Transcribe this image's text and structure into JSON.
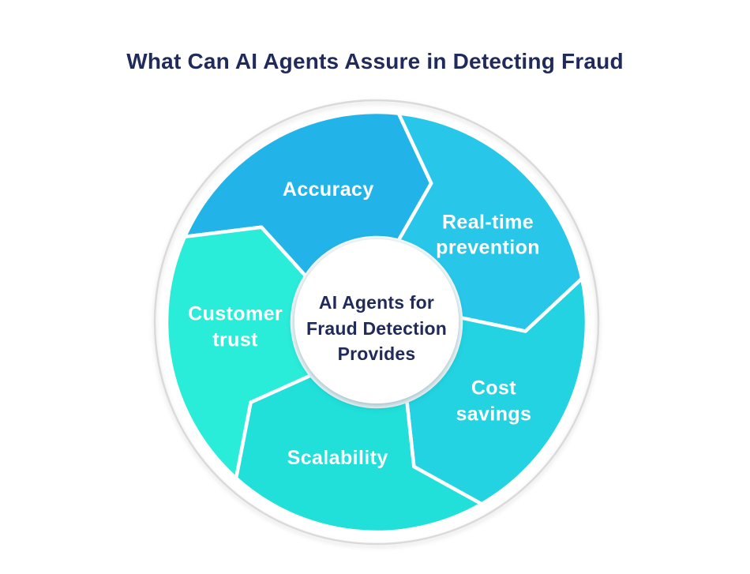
{
  "title": "What Can AI Agents Assure in Detecting Fraud",
  "palette": {
    "background": "#FFFFFF",
    "heading_text": "#212B5B",
    "center_text": "#212B5B",
    "segment_label_text": "#FFFFFF",
    "divider_stroke": "#FFFFFF",
    "outer_ring": "#DADADB"
  },
  "wheel": {
    "center_label": "AI Agents for\nFraud Detection\nProvides",
    "flow": "clockwise",
    "segments": [
      {
        "id": "accuracy",
        "label": "Accuracy",
        "color": "#22B4E8",
        "start_angle": 294
      },
      {
        "id": "real-time-prevention",
        "label": "Real-time\nprevention",
        "color": "#28C7E9",
        "start_angle": 6
      },
      {
        "id": "cost-savings",
        "label": "Cost\nsavings",
        "color": "#23D3E1",
        "start_angle": 78
      },
      {
        "id": "scalability",
        "label": "Scalability",
        "color": "#20E0D9",
        "start_angle": 150
      },
      {
        "id": "customer-trust",
        "label": "Customer\ntrust",
        "color": "#2AEDD9",
        "start_angle": 222
      }
    ]
  }
}
